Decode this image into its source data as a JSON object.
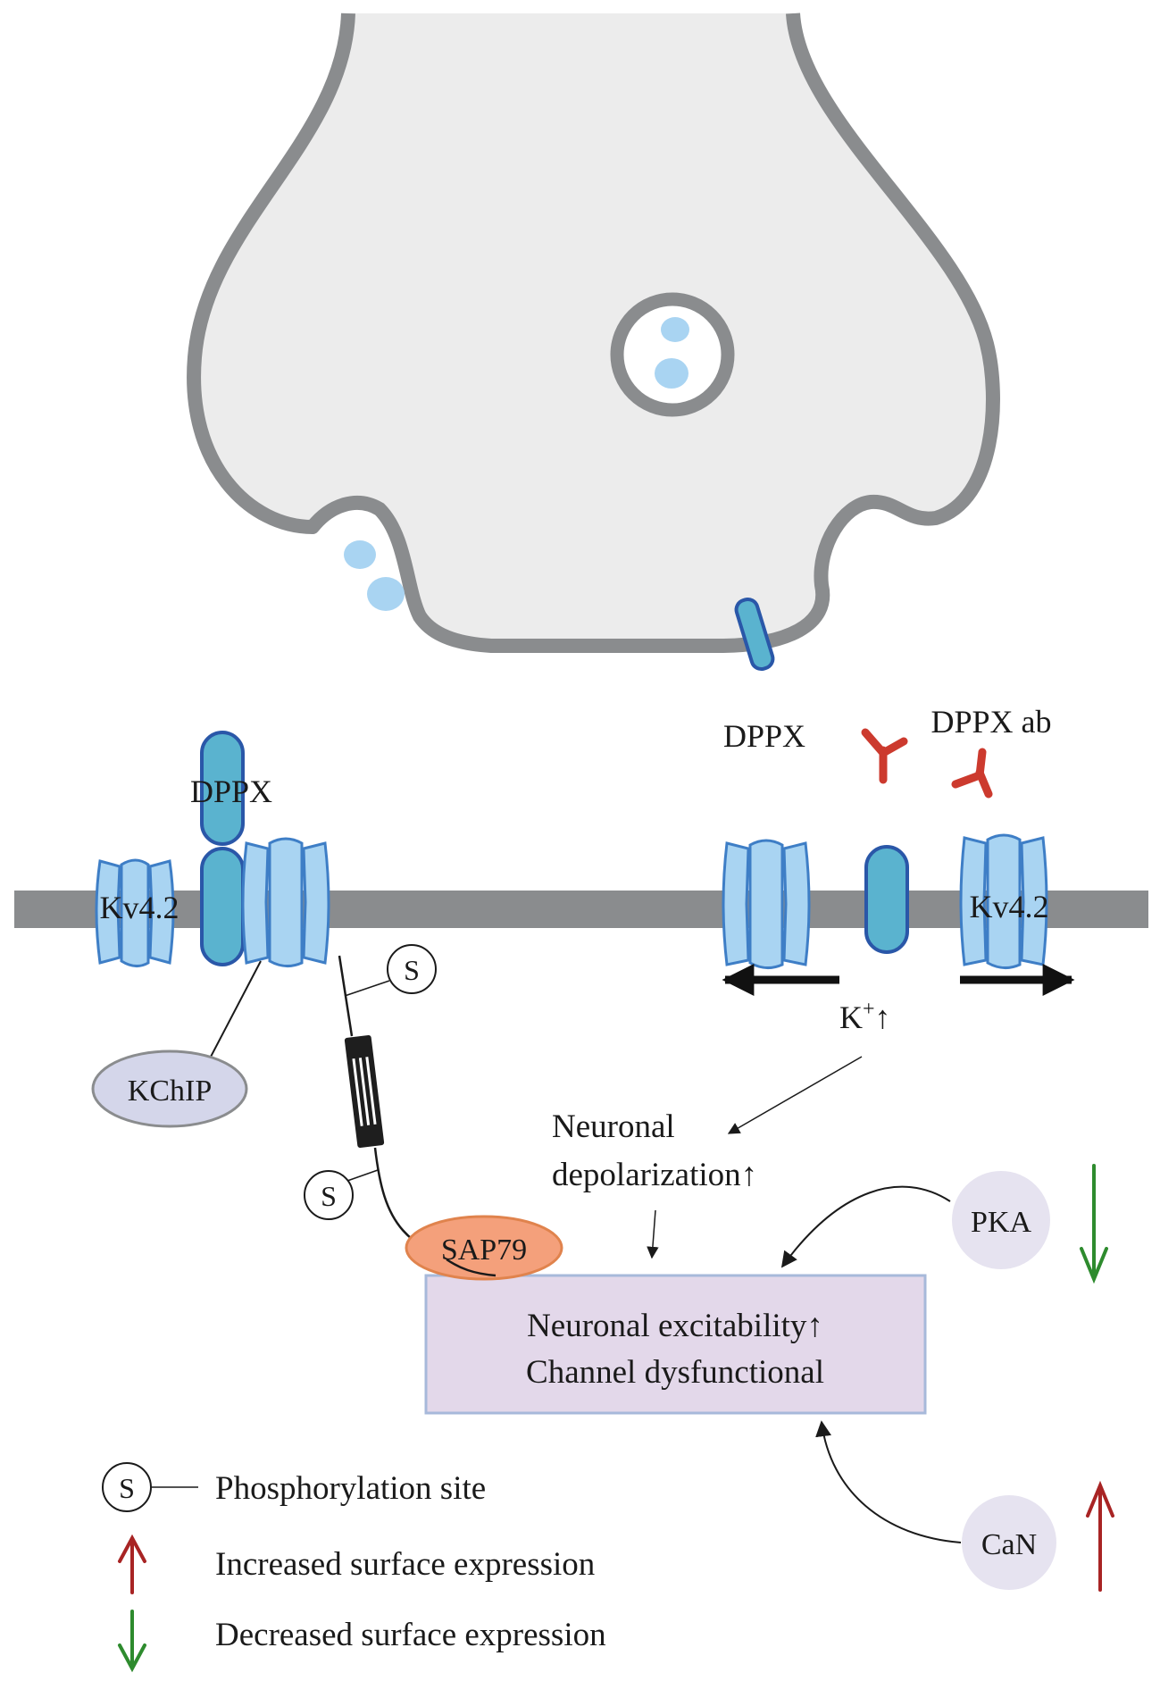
{
  "labels": {
    "dppx_left": "DPPX",
    "kv42_left": "Kv4.2",
    "dppx_right": "DPPX",
    "dppx_ab": "DPPX ab",
    "kv42_right": "Kv4.2",
    "kchip": "KChIP",
    "sap79": "SAP79",
    "phospho_s": "S",
    "k_ion": "K",
    "k_sup": "+",
    "k_arrow": "↑",
    "depol_line1": "Neuronal",
    "depol_line2": "depolarization↑",
    "pka": "PKA",
    "can": "CaN",
    "box_line1": "Neuronal excitability↑",
    "box_line2": "Channel dysfunctional"
  },
  "legend": {
    "phospho": "Phosphorylation site",
    "increased": "Increased surface expression",
    "decreased": "Decreased surface expression"
  },
  "colors": {
    "membrane": "#8a8c8e",
    "terminal_fill": "#ececec",
    "channel_fill": "#a9d4f2",
    "channel_stroke": "#3e7ec6",
    "dppx_fill": "#5ab3cf",
    "dppx_stroke": "#2a57a8",
    "antibody": "#cc3a2e",
    "kchip_fill": "#d4d6ea",
    "sap79_fill": "#f4a07b",
    "box_fill": "#e3d8ea",
    "box_stroke": "#a7b9da",
    "enzyme_fill": "#e6e3f0",
    "increase_arrow": "#a82424",
    "decrease_arrow": "#2e8b2e"
  }
}
